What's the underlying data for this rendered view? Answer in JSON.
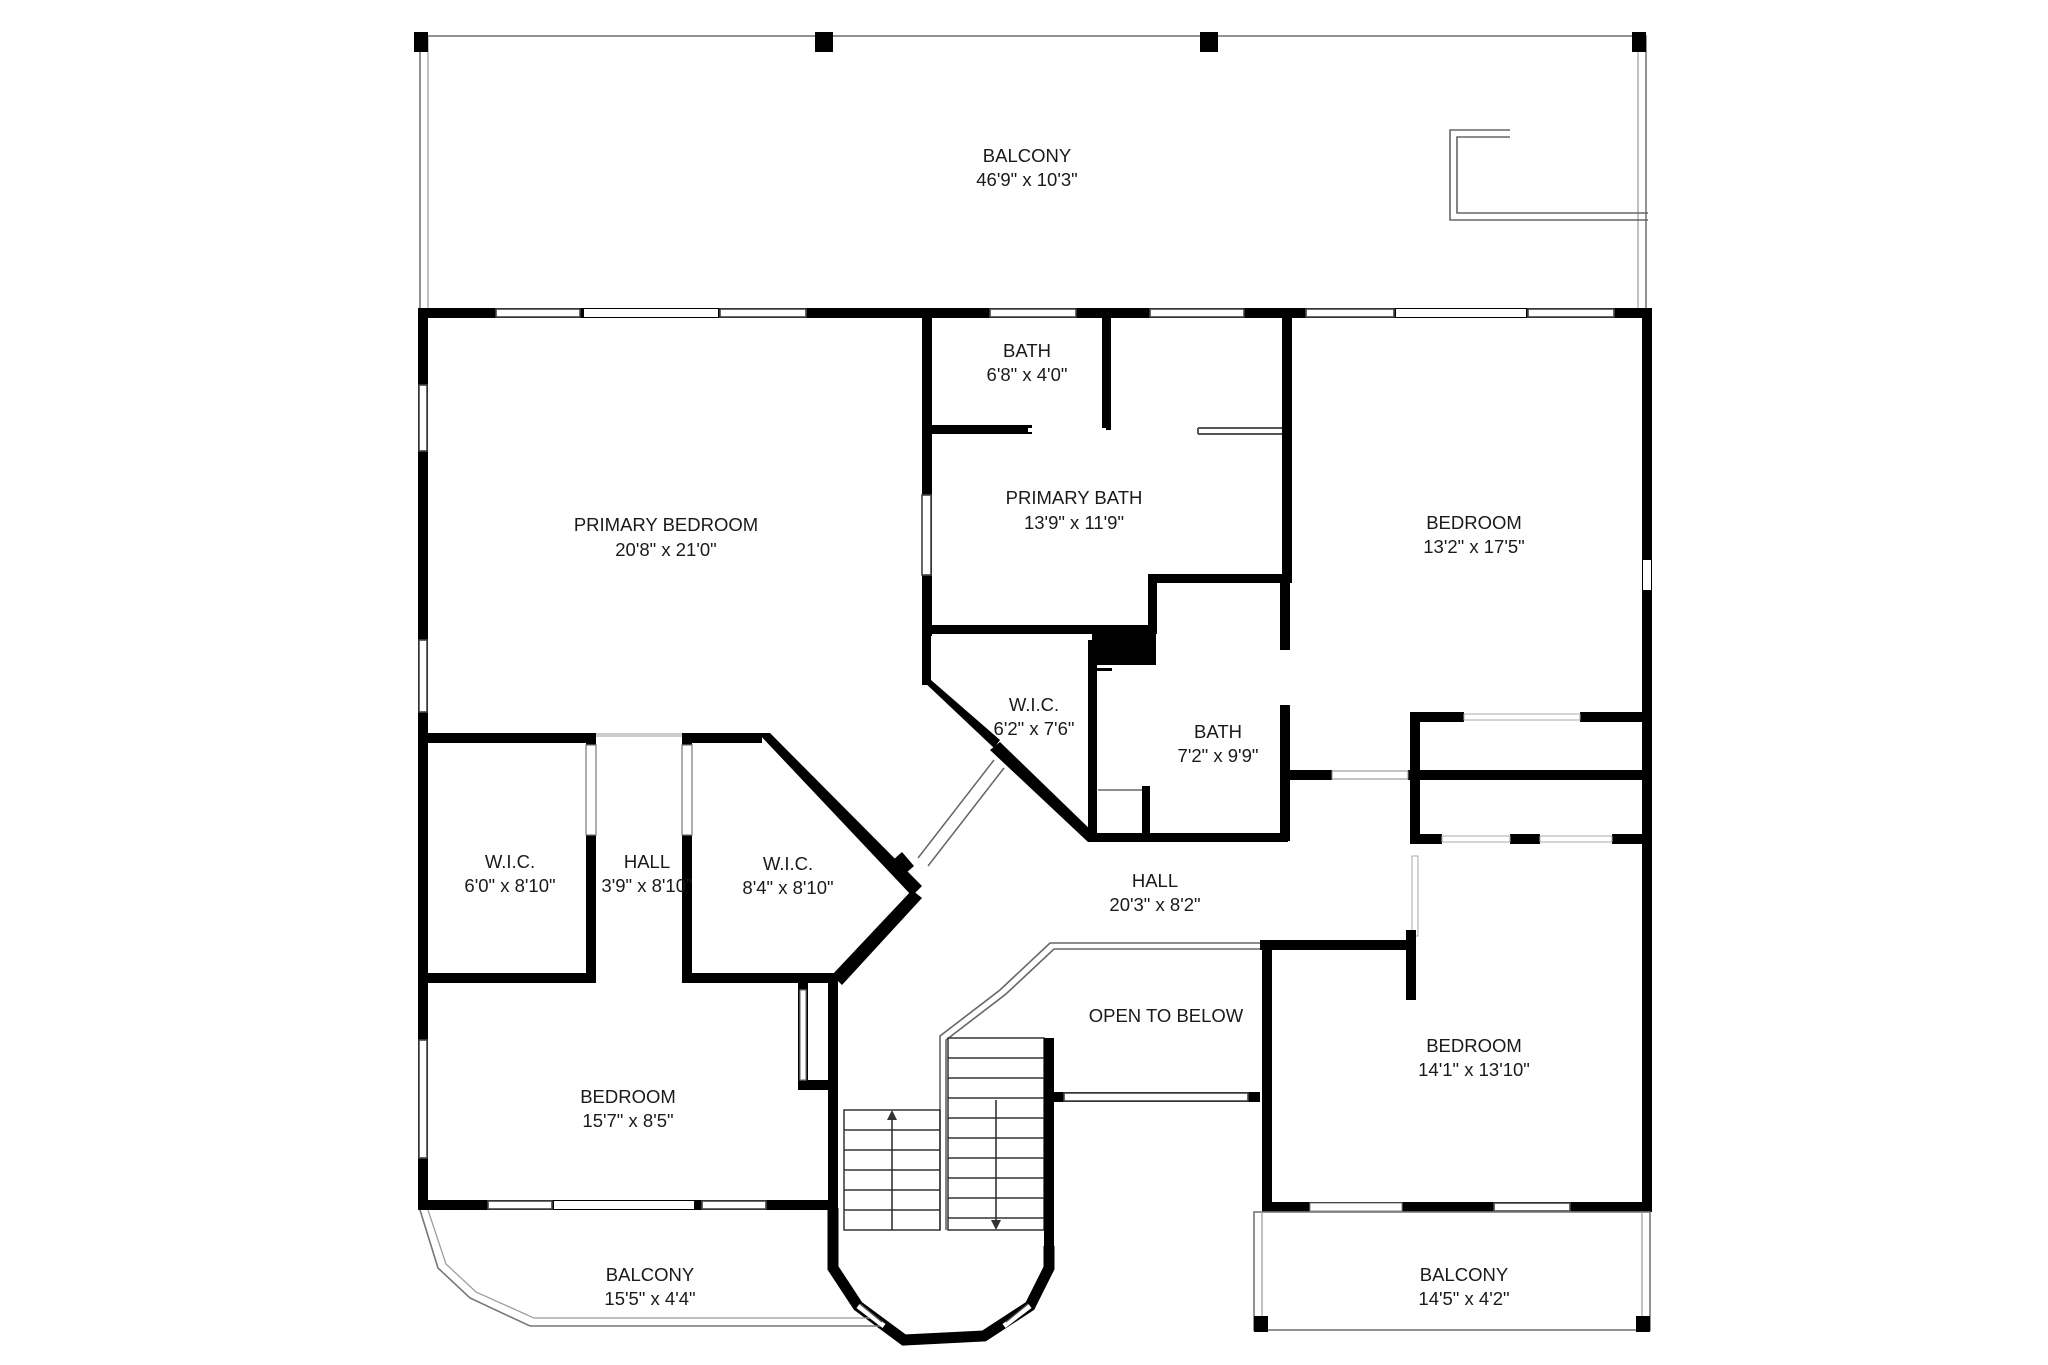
{
  "rooms": [
    {
      "key": "balcony_top",
      "name": "BALCONY",
      "size": "46'9\" x 10'3\""
    },
    {
      "key": "bath_small",
      "name": "BATH",
      "size": "6'8\" x 4'0\""
    },
    {
      "key": "primary_bedroom",
      "name": "PRIMARY BEDROOM",
      "size": "20'8\" x 21'0\""
    },
    {
      "key": "primary_bath",
      "name": "PRIMARY BATH",
      "size": "13'9\" x 11'9\""
    },
    {
      "key": "bedroom_right",
      "name": "BEDROOM",
      "size": "13'2\" x 17'5\""
    },
    {
      "key": "wic_center",
      "name": "W.I.C.",
      "size": "6'2\" x 7'6\""
    },
    {
      "key": "bath_center",
      "name": "BATH",
      "size": "7'2\" x 9'9\""
    },
    {
      "key": "wic_left",
      "name": "W.I.C.",
      "size": "6'0\" x 8'10\""
    },
    {
      "key": "hall_small",
      "name": "HALL",
      "size": "3'9\" x 8'10\""
    },
    {
      "key": "wic_mid",
      "name": "W.I.C.",
      "size": "8'4\" x 8'10\""
    },
    {
      "key": "hall_main",
      "name": "HALL",
      "size": "20'3\" x 8'2\""
    },
    {
      "key": "open_below",
      "name": "OPEN TO BELOW",
      "size": ""
    },
    {
      "key": "bedroom_right_lower",
      "name": "BEDROOM",
      "size": "14'1\" x 13'10\""
    },
    {
      "key": "bedroom_left_lower",
      "name": "BEDROOM",
      "size": "15'7\" x 8'5\""
    },
    {
      "key": "balcony_left",
      "name": "BALCONY",
      "size": "15'5\" x 4'4\""
    },
    {
      "key": "balcony_right",
      "name": "BALCONY",
      "size": "14'5\" x 4'2\""
    }
  ]
}
